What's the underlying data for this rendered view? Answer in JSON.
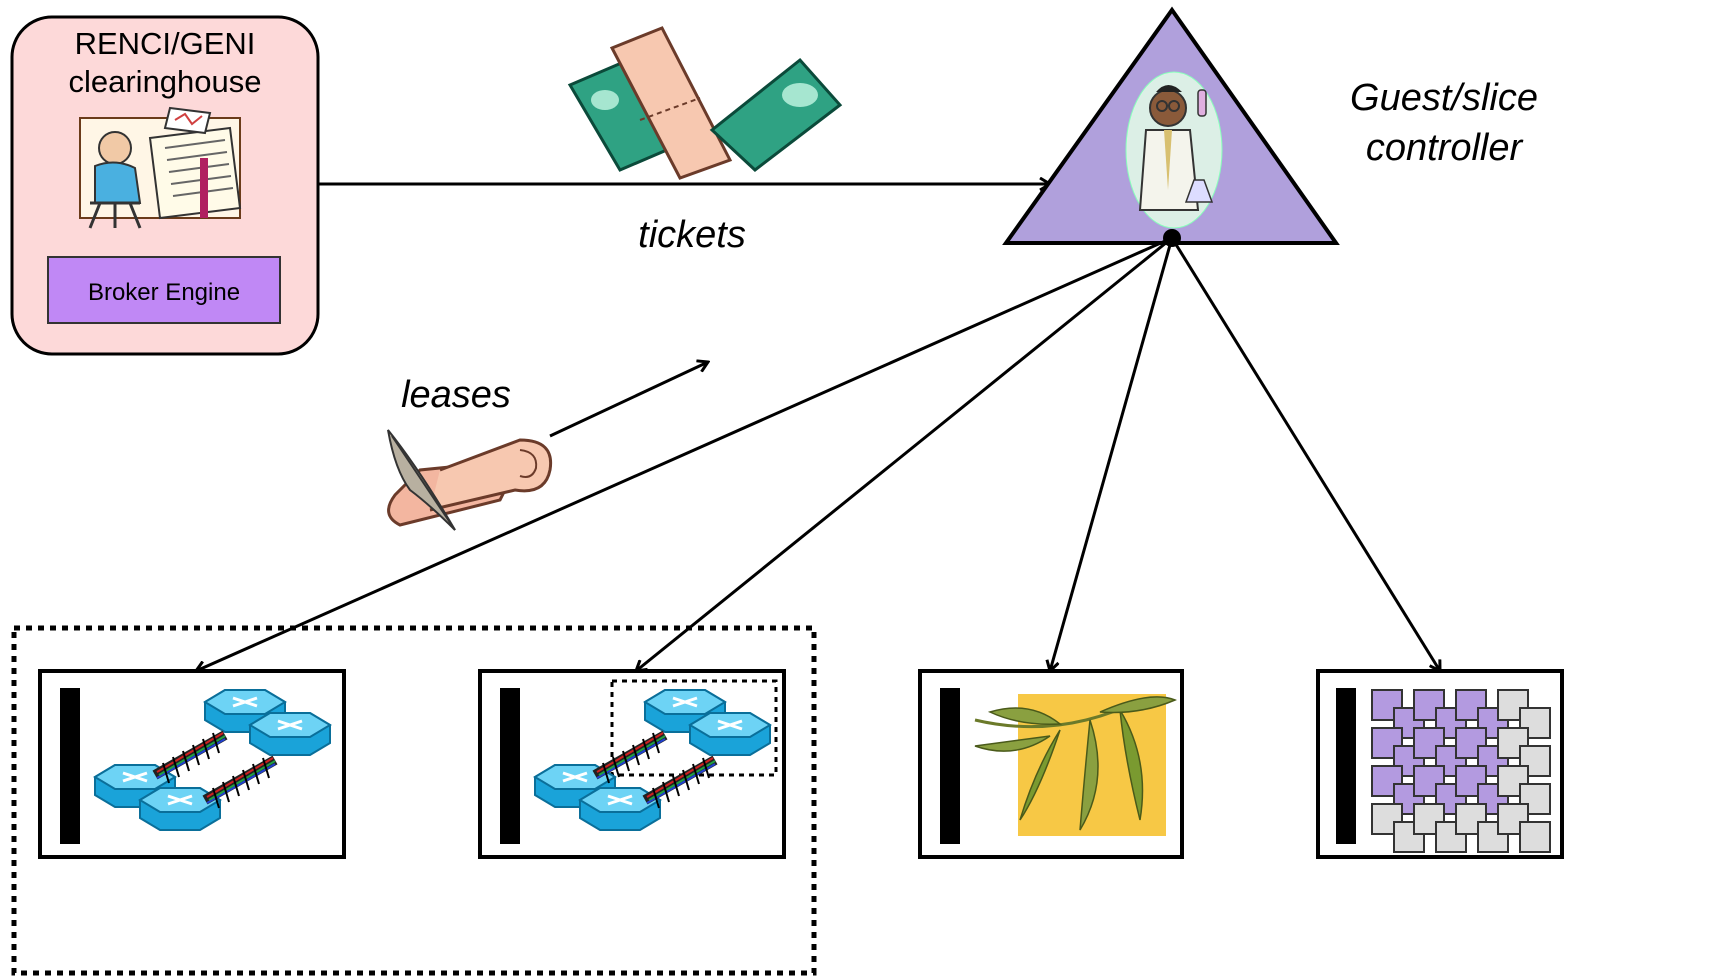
{
  "clearinghouse": {
    "title_line1": "RENCI/GENI",
    "title_line2": "clearinghouse",
    "broker_label": "Broker Engine",
    "box_fill": "#fdd9d9",
    "broker_fill": "#c088f5"
  },
  "controller": {
    "label_line1": "Guest/slice",
    "label_line2": "controller",
    "triangle_fill": "#b0a0dc",
    "icon": "scientist-icon"
  },
  "flows": {
    "tickets_label": "tickets",
    "leases_label": "leases",
    "tickets_icon": "tickets-icon",
    "leases_icon": "scroll-quill-icon"
  },
  "sites": [
    {
      "name": "network-site-1",
      "icon": "router-network-icon"
    },
    {
      "name": "network-site-2",
      "icon": "router-network-icon"
    },
    {
      "name": "storage-site",
      "icon": "bamboo-icon"
    },
    {
      "name": "cluster-site",
      "icon": "grid-cluster-icon"
    }
  ],
  "colors": {
    "router": "#29b4e8",
    "ticket_green": "#2fa283",
    "ticket_pink": "#f7c8b0",
    "bamboo_bg": "#f7c845",
    "grid_purple": "#b39ae0",
    "grid_gray": "#dddddd"
  }
}
